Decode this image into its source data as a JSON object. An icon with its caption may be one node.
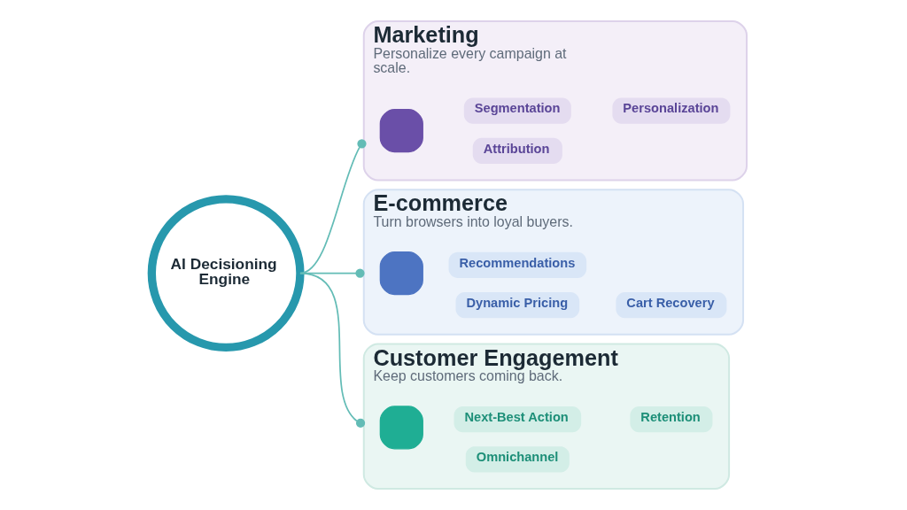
{
  "diagram": {
    "nodes": [
      {
        "text": [
          "AI Decisioning Engine"
        ]
      },
      {
        "text": [
          "Marketing",
          "Personalize every campaign at scale."
        ]
      },
      {
        "text": [],
        "shape": "box",
        "in": 1
      },
      {
        "text": [
          "Segmentation"
        ],
        "in": 1
      },
      {
        "text": [
          "Personalization"
        ],
        "in": 1
      },
      {
        "text": [
          "Attribution"
        ],
        "in": 1
      },
      {
        "text": [
          "E-commerce",
          "Turn browsers into loyal buyers."
        ]
      },
      {
        "text": [],
        "shape": "box",
        "in": 6
      },
      {
        "text": [
          "Recommendations"
        ],
        "in": 6
      },
      {
        "text": [
          "Dynamic Pricing"
        ],
        "in": 6
      },
      {
        "text": [
          "Cart Recovery"
        ],
        "in": 6
      },
      {
        "text": [
          "Customer Engagement",
          "Keep customers coming back."
        ]
      },
      {
        "text": [],
        "shape": "box",
        "in": 11
      },
      {
        "text": [
          "Next-Best Action"
        ],
        "in": 11
      },
      {
        "text": [
          "Retention"
        ],
        "in": 11
      },
      {
        "text": [
          "Omnichannel"
        ],
        "in": 11
      }
    ],
    "edges": [
      {
        "from": 0,
        "to": 1,
        "arrow": "other"
      },
      {
        "from": 0,
        "to": 6,
        "arrow": "other"
      },
      {
        "from": 0,
        "to": 11,
        "arrow": "other"
      }
    ]
  }
}
